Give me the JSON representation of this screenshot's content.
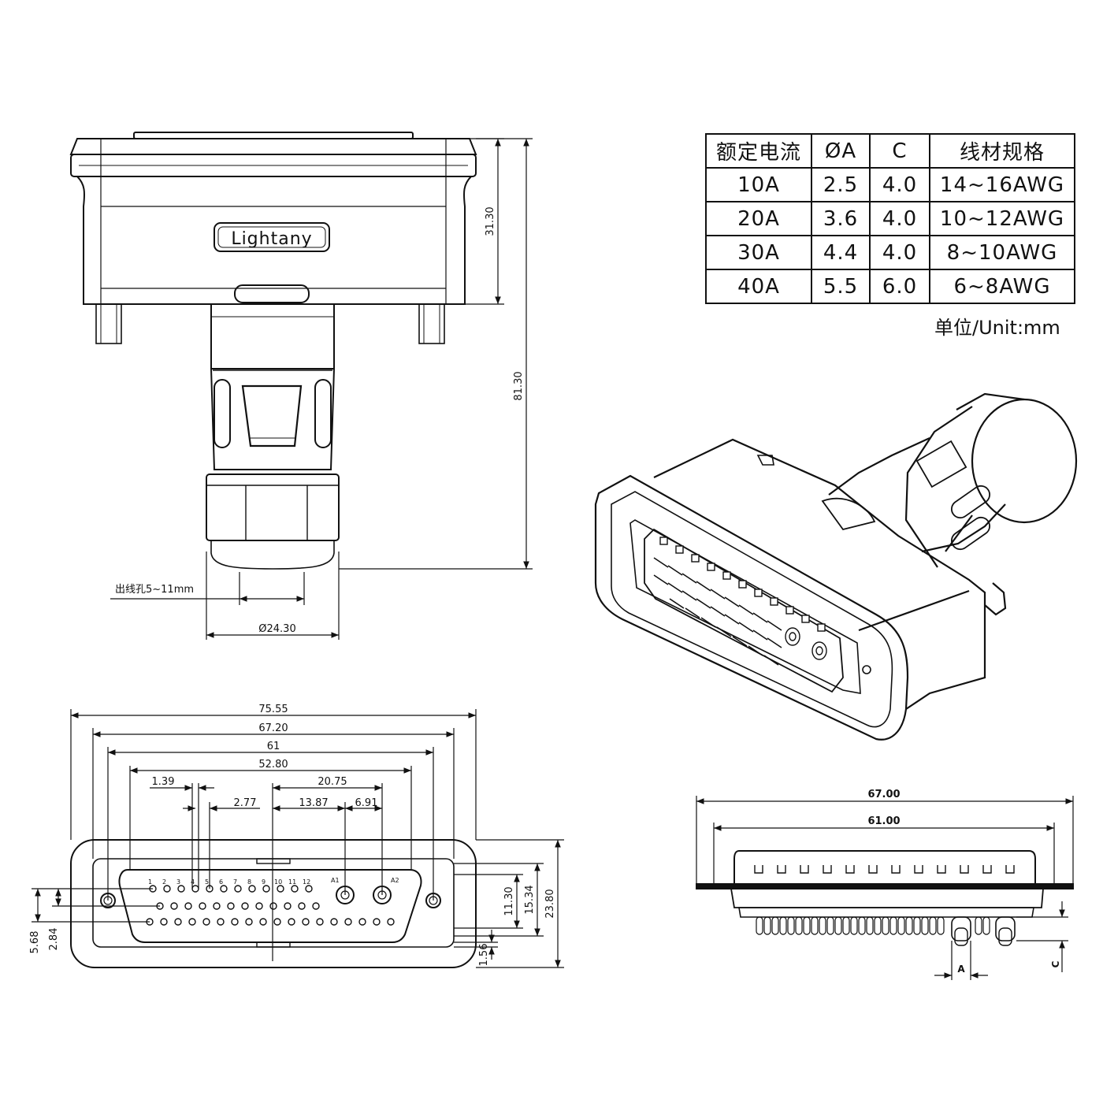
{
  "spec_table": {
    "headers": [
      "额定电流",
      "ØA",
      "C",
      "线材规格"
    ],
    "rows": [
      [
        "10A",
        "2.5",
        "4.0",
        "14~16AWG"
      ],
      [
        "20A",
        "3.6",
        "4.0",
        "10~12AWG"
      ],
      [
        "30A",
        "4.4",
        "4.0",
        "8~10AWG"
      ],
      [
        "40A",
        "5.5",
        "6.0",
        "6~8AWG"
      ]
    ],
    "unit": "单位/Unit:mm"
  },
  "top_view": {
    "brand": "Lightany",
    "dim_height_body": "31.30",
    "dim_height_total": "81.30",
    "cable_hole": "出线孔5~11mm",
    "dim_diameter": "Ø24.30"
  },
  "front_view": {
    "dim_overall_width": "75.55",
    "dim_flange_width": "67.20",
    "dim_mount_pitch": "61",
    "dim_shell_width": "52.80",
    "dim_1_39": "1.39",
    "dim_2_77": "2.77",
    "dim_20_75": "20.75",
    "dim_13_87": "13.87",
    "dim_6_91": "6.91",
    "dim_11_30": "11.30",
    "dim_15_34": "15.34",
    "dim_23_80": "23.80",
    "dim_5_68": "5.68",
    "dim_2_84": "2.84",
    "dim_1_56": "1.56",
    "pin_labels_row1": [
      "1",
      "2",
      "3",
      "4",
      "5",
      "6",
      "7",
      "8",
      "9",
      "10",
      "11",
      "12"
    ],
    "power_labels": [
      "A1",
      "A2"
    ]
  },
  "side_view": {
    "dim_67": "67.00",
    "dim_61": "61.00",
    "label_a": "A",
    "label_c": "C"
  }
}
